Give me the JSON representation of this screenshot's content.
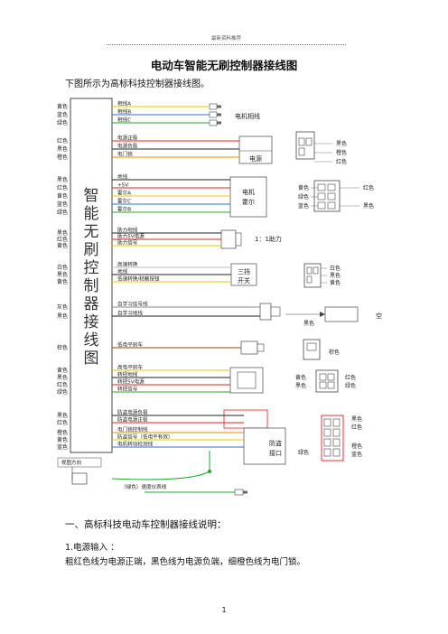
{
  "header": "最新资料推荐",
  "title": "电动车智能无刷控制器接线图",
  "intro": "下图所示为高标科技控制器接线图。",
  "controller_label": [
    "智",
    "能",
    "无",
    "刷",
    "控",
    "制",
    "器",
    "接",
    "线",
    "图"
  ],
  "groups": {
    "phase": {
      "colors": [
        "黄色",
        "蓝色",
        "绿色"
      ],
      "wires": [
        "相线A",
        "相线B",
        "相线C"
      ],
      "label": "电机相线"
    },
    "power": {
      "colors": [
        "红色",
        "黑色",
        "橙色"
      ],
      "wires": [
        "电源正极",
        "电源负极",
        "电门锁"
      ],
      "box": "电源",
      "pins": [
        "黑色",
        "橙色",
        "红色"
      ]
    },
    "hall": {
      "colors": [
        "黑色",
        "红色",
        "黄色",
        "蓝色",
        "绿色"
      ],
      "wires": [
        "地线",
        "+5V",
        "霍尔A",
        "霍尔C",
        "霍尔B"
      ],
      "box": [
        "电机",
        "霍尔"
      ],
      "pins_left": [
        "黄色",
        "绿色",
        "蓝色"
      ],
      "pins_right": [
        "红色",
        "黑色"
      ]
    },
    "assist": {
      "colors": [
        "黑色",
        "红色",
        "黄色"
      ],
      "wires": [
        "助力地线",
        "助力5V电源",
        "助力信号"
      ],
      "label": "1：1助力"
    },
    "speed3": {
      "colors": [
        "白色",
        "黑色",
        "黄色"
      ],
      "wires": [
        "高速转换",
        "地线",
        "低速转换/轻触按钮"
      ],
      "box": [
        "三挡",
        "开关"
      ],
      "pins": [
        "白色",
        "黑色",
        "黄色"
      ]
    },
    "learn": {
      "colors": [
        "灰色",
        "黑色"
      ],
      "wires": [
        "自学习信号线",
        "自学习地线"
      ],
      "pins": [
        "黑色",
        "空"
      ]
    },
    "brake_low": {
      "colors": [
        "棕色"
      ],
      "wires": [
        "低电平刹车"
      ],
      "pins": [
        "棕色"
      ]
    },
    "throttle": {
      "colors": [
        "黄色",
        "黑色",
        "红色",
        "绿色"
      ],
      "wires": [
        "高电平刹车",
        "转把地线",
        "转把5V电源",
        "转把信号"
      ],
      "pins_left": [
        "黄色",
        "黑色"
      ],
      "pins_right": [
        "红色",
        "绿色"
      ]
    },
    "antitheft": {
      "colors": [
        "黑色",
        "红色",
        "橙色",
        "黄色",
        "蓝色"
      ],
      "wires": [
        "防盗电源负极",
        "防盗电源正极",
        "电门锁控制线",
        "防盗信号（低电平有效）",
        "电机转动检测线"
      ],
      "box": [
        "防盗",
        "接口"
      ],
      "pins_top": [
        "黑色",
        "红色"
      ],
      "pins_right": [
        "橙色",
        "蓝色"
      ],
      "pins_left": [
        "绿色"
      ]
    },
    "meter": {
      "view": "视图方向",
      "label": "（绿色）速度仪表线"
    }
  },
  "section_title": "一、高标科技电动车控制器接线说明：",
  "subsection": "1.电源输入 ：",
  "paragraph": "粗红色线为电源正端，黑色线为电源负端，细橙色线为电门锁。",
  "page_number": "1",
  "wire_colors": {
    "黄色": "#e8c800",
    "蓝色": "#2a6fdb",
    "绿色": "#22a83a",
    "红色": "#e02020",
    "黑色": "#222222",
    "橙色": "#f08a00",
    "白色": "#bbbbbb",
    "灰色": "#8a8a8a",
    "棕色": "#8b4a1c"
  }
}
